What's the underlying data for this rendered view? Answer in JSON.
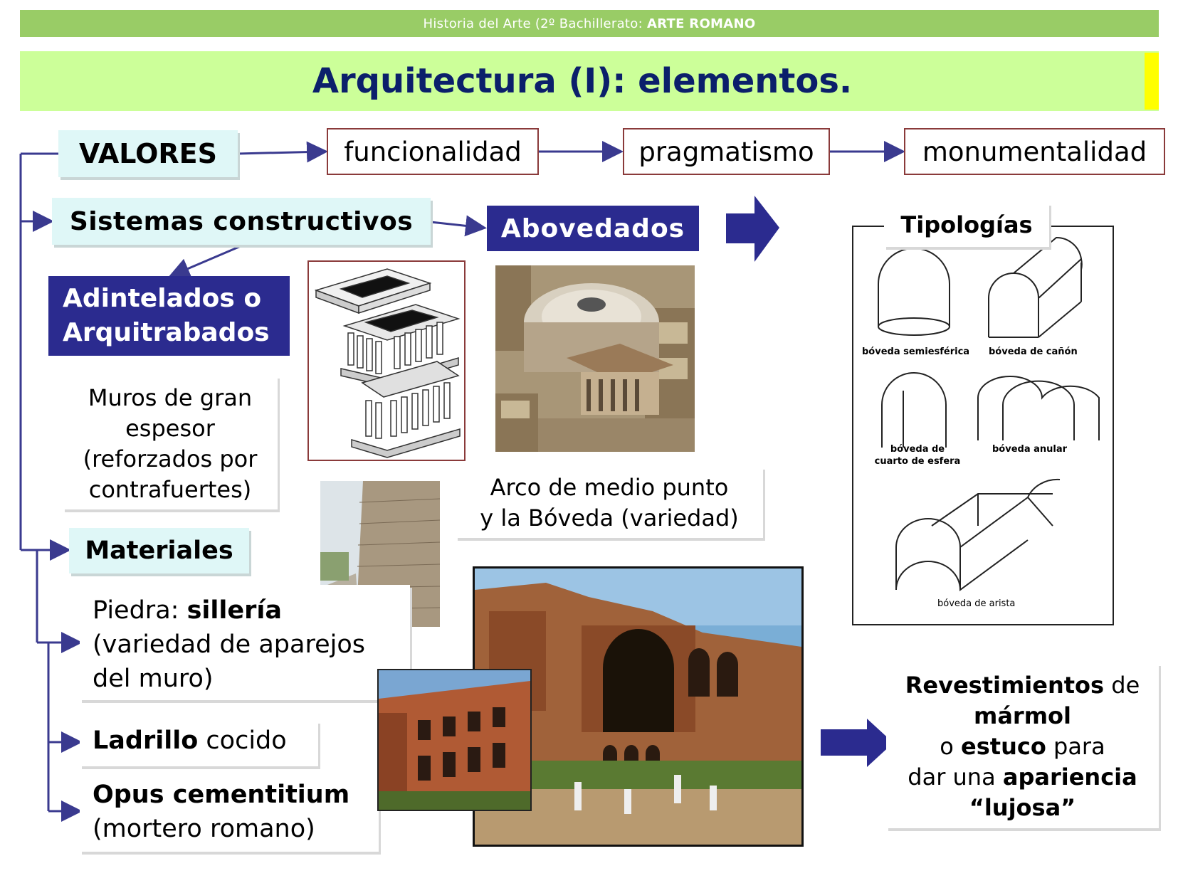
{
  "header": {
    "course": "Historia del Arte (2º Bachillerato:",
    "unit": "ARTE ROMANO",
    "title": "Arquitectura (I): elementos."
  },
  "valores": {
    "label": "VALORES",
    "items": [
      "funcionalidad",
      "pragmatismo",
      "monumentalidad"
    ]
  },
  "sistemas": {
    "label": "Sistemas constructivos",
    "abovedados": "Abovedados",
    "adintelados_line1": "Adintelados o",
    "adintelados_line2": "Arquitrabados",
    "muros_line1": "Muros de gran",
    "muros_line2": "espesor",
    "muros_line3": "(reforzados por",
    "muros_line4": "contrafuertes)",
    "arco_line1": "Arco de medio punto",
    "arco_line2": "y la Bóveda (variedad)"
  },
  "tipologias": {
    "label": "Tipologías",
    "items": [
      "bóveda semiesférica",
      "bóveda de cañón",
      "bóveda de",
      "cuarto de esfera",
      "bóveda anular",
      "bóveda de arista"
    ]
  },
  "materiales": {
    "label": "Materiales",
    "piedra_prefix": "Piedra:",
    "piedra_bold": "sillería",
    "piedra_line2": "(variedad de aparejos",
    "piedra_line3": "del muro)",
    "ladrillo_bold": "Ladrillo",
    "ladrillo_rest": "cocido",
    "opus_bold": "Opus cementitium",
    "opus_line2": "(mortero romano)"
  },
  "revestimientos": {
    "w1": "Revestimientos",
    "w2": "de",
    "w3": "mármol",
    "w4": "o",
    "w5": "estuco",
    "w6": "para",
    "w7": "dar una",
    "w8": "apariencia",
    "w9": "“lujosa”"
  },
  "colors": {
    "topbar": "#99cc66",
    "titlebar": "#ccff99",
    "title_text": "#0b1f6b",
    "navy": "#2b2b8f",
    "connector": "#3a3a8f",
    "cyan_box": "#dff7f7"
  }
}
